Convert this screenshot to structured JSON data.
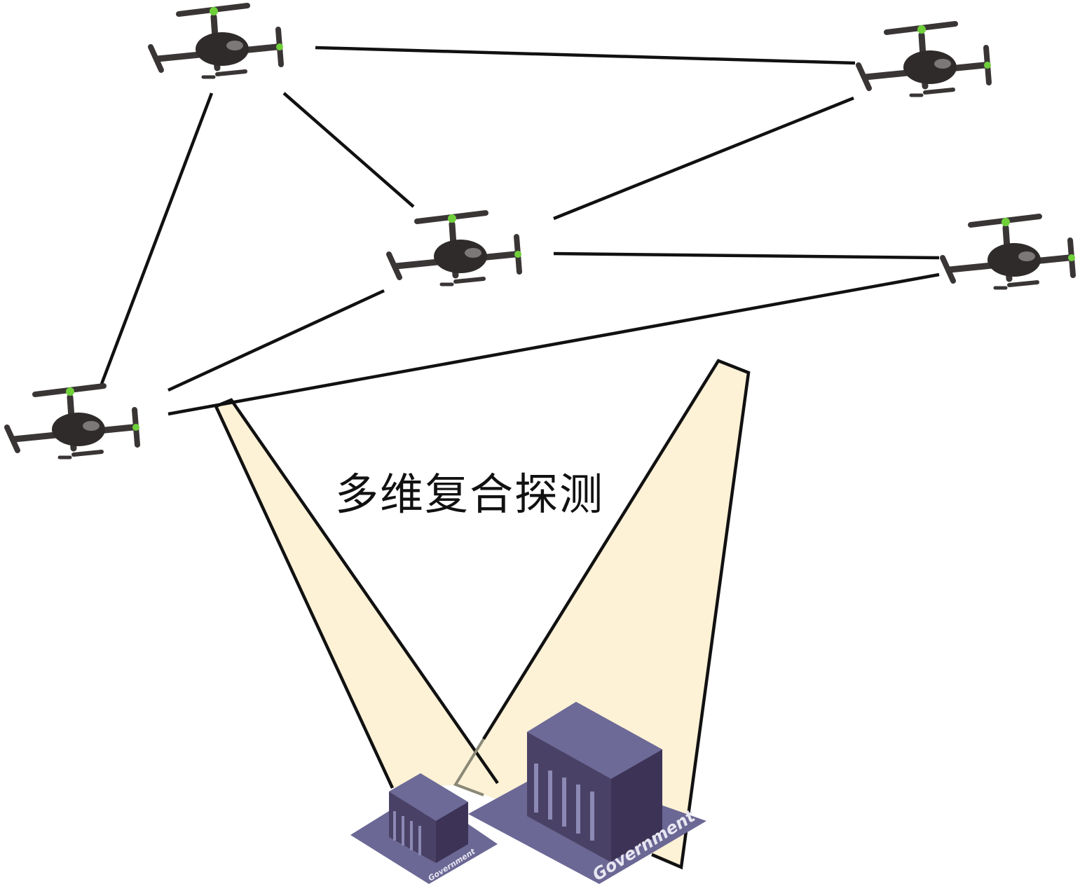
{
  "caption": "多维复合探测",
  "buildings": [
    {
      "label": "Government"
    },
    {
      "label": "Government"
    }
  ],
  "drones": [
    "drone-1",
    "drone-2",
    "drone-3",
    "drone-4",
    "drone-5"
  ],
  "colors": {
    "beam_fill": "#fdf1d6",
    "building": "#6b6895",
    "building_dark": "#3d3356",
    "link": "#111111",
    "rotor_hub": "#6fd03a"
  }
}
